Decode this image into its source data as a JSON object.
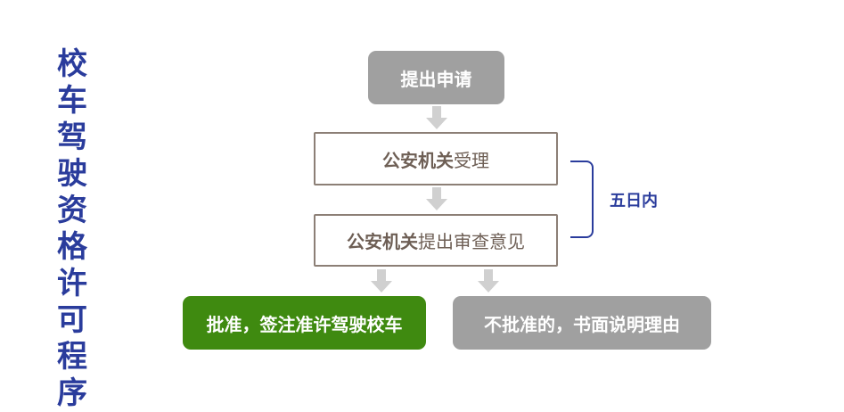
{
  "title": "校车驾驶资格许可程序",
  "steps": {
    "apply": "提出申请",
    "accept": {
      "bold": "公安机关",
      "regular": "受理"
    },
    "review": {
      "bold": "公安机关",
      "regular": "提出审查意见"
    },
    "approve": "批准，签注准许驾驶校车",
    "reject": "不批准的，书面说明理由"
  },
  "time_limit": "五日内",
  "colors": {
    "title": "#2a3c9c",
    "gray": "#a0a0a0",
    "green": "#3f8a10",
    "arrow": "#d0d0d0"
  }
}
